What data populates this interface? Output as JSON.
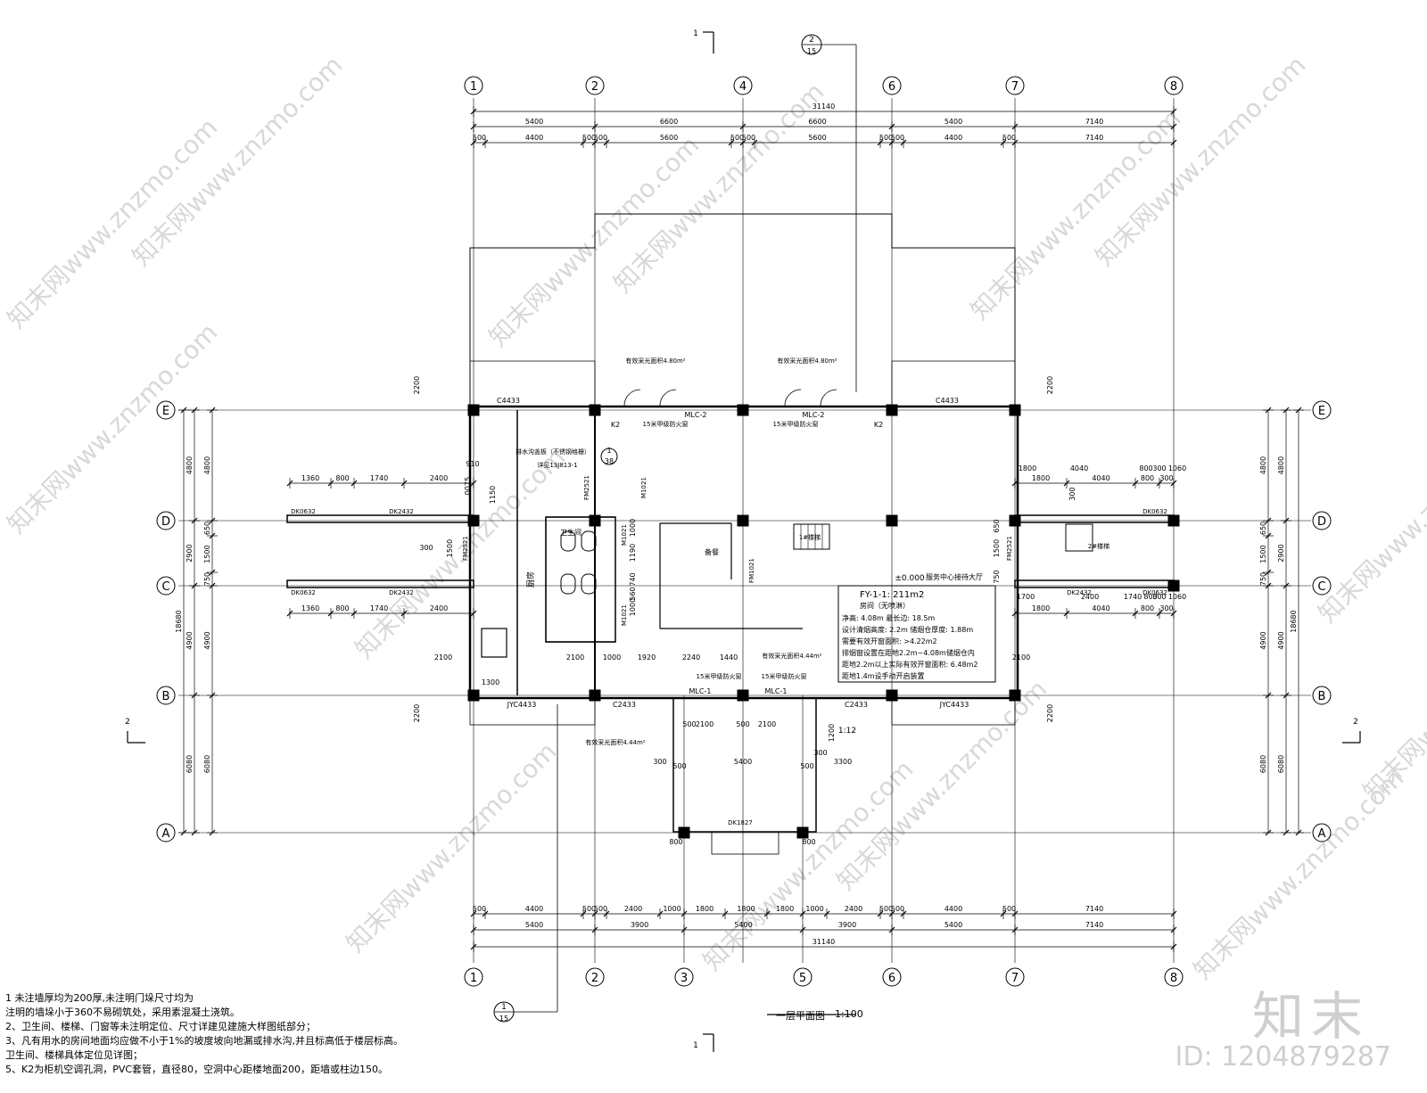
{
  "grid_cols": [
    "1",
    "2",
    "4",
    "6",
    "7",
    "8"
  ],
  "grid_cols_bottom": [
    "1",
    "2",
    "3",
    "5",
    "6",
    "7",
    "8"
  ],
  "grid_rows": [
    "E",
    "D",
    "C",
    "B",
    "A"
  ],
  "top_total": "31140",
  "top_dims_row1": [
    "5400",
    "6600",
    "6600",
    "5400",
    "7140"
  ],
  "top_dims_row2": [
    "500",
    "4400",
    "500",
    "500",
    "5600",
    "500",
    "500",
    "5600",
    "500",
    "500",
    "4400",
    "500",
    "7140"
  ],
  "bottom_dims_row1": [
    "500",
    "4400",
    "500",
    "500",
    "2400",
    "1000",
    "1800",
    "1800",
    "1800",
    "1000",
    "2400",
    "500",
    "500",
    "4400",
    "500",
    "7140"
  ],
  "bottom_dims_row2": [
    "5400",
    "3900",
    "5400",
    "3900",
    "5400",
    "7140"
  ],
  "bottom_total": "31140",
  "left_dims_outer": [
    "4800",
    "2900",
    "4900",
    "6080"
  ],
  "left_dims_inner": [
    "4800",
    "650",
    "1500",
    "750",
    "4900",
    "6080"
  ],
  "left_total": "18680",
  "right_dims_outer": [
    "4800",
    "2900",
    "4900",
    "6080"
  ],
  "right_dims_inner": [
    "4800",
    "650",
    "1500",
    "750",
    "4900",
    "6080"
  ],
  "right_total": "18680",
  "section_marks": {
    "top": "1",
    "top_bubble_num": "2",
    "top_bubble_den": "15",
    "left": "2",
    "right": "2",
    "bottom": "1",
    "bottom_bubble_num": "1",
    "bottom_bubble_den": "15"
  },
  "labels": {
    "c4433_left": "C4433",
    "c4433_right": "C4433",
    "k2": "K2",
    "mlc2": "MLC-2",
    "mlc1": "MLC-1",
    "c2433": "C2433",
    "jyc4433": "JYC4433",
    "dk0632": "DK0632",
    "dk2432": "DK2432",
    "dk1827": "DK1827",
    "fm2521": "FM2521",
    "m1021": "M1021",
    "fm1021": "FM1021",
    "level": "±0.000",
    "slope": "1:12",
    "stair1": "1#楼梯",
    "stair2": "2#楼梯",
    "room_a": "厨房",
    "room_b": "卫生间",
    "room_c": "备餐",
    "hall": "服务中心接待大厅",
    "note_a": "排水沟盖板（不锈钢格栅）",
    "note_b": "详见13J813-1",
    "circ_num": "1",
    "circ_den": "38",
    "fire_a": "15米甲级防火窗",
    "area_note": "有效采光面积4.80m²",
    "area_note2": "有效采光面积4.44m²",
    "left_dims_wing": [
      "1360",
      "800",
      "1740",
      "2400",
      "1700",
      "910"
    ],
    "right_dims_wing": [
      "1800",
      "4040",
      "800",
      "300",
      "1060"
    ],
    "misc": [
      "2200",
      "2100",
      "1300",
      "300",
      "1150",
      "1190",
      "1000",
      "560",
      "740",
      "500",
      "1920",
      "2240",
      "1440",
      "2100",
      "800",
      "1200",
      "3300",
      "5400",
      "650",
      "2200"
    ]
  },
  "info_box": {
    "title": "FY-1-1: 211m2",
    "subtitle": "房间（无喷淋）",
    "lines": [
      "净高: 4.08m  最长边: 18.5m",
      "设计清烟高度: 2.2m  储烟仓厚度: 1.88m",
      "需要有效开窗面积: >4.22m2",
      "排烟窗设置在距地2.2m~4.08m储烟仓内",
      "距地2.2m以上实际有效开窗面积: 6.48m2",
      "距地1.4m设手动开启装置"
    ]
  },
  "notes": [
    "1  未注墙厚均为200厚,未注明门垛尺寸均为",
    "   注明的墙垛小于360不易砌筑处，采用素混凝土浇筑。",
    "2、卫生间、楼梯、门窗等未注明定位、尺寸详建见建施大样图纸部分；",
    "3、凡有用水的房间地面均应做不小于1%的坡度坡向地漏或排水沟,并且标高低于楼层标高。",
    "   卫生间、楼梯具体定位见详图；",
    "5、K2为柜机空调孔洞，PVC套管，直径80，空洞中心距楼地面200，距墙或柱边150。"
  ],
  "plan_title": "一层平面图",
  "plan_scale": "1:100",
  "brand": "知末",
  "brand_id": "ID: 1204879287",
  "watermark": "知末网www.znzmo.com"
}
